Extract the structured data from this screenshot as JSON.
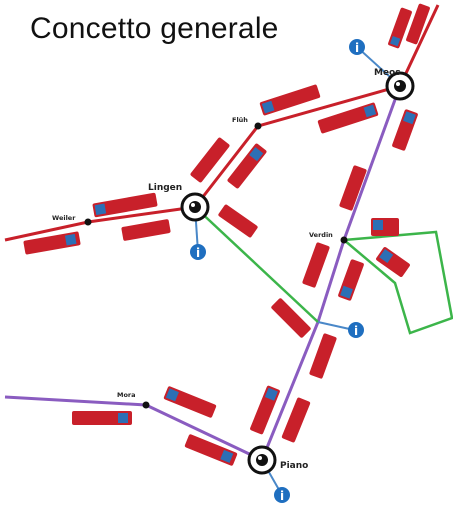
{
  "title": "Concetto generale",
  "colors": {
    "road": "#c8202a",
    "purple_line": "#8a5cc0",
    "green_line": "#3cb54a",
    "info_blue": "#1f6fc0",
    "sign_blue": "#2c6fb5",
    "node_dark": "#111111"
  },
  "nodes": [
    {
      "id": "meos",
      "label": "Meos",
      "kind": "hub"
    },
    {
      "id": "lingen",
      "label": "Lingen",
      "kind": "hub"
    },
    {
      "id": "piano",
      "label": "Piano",
      "kind": "hub"
    },
    {
      "id": "flub",
      "label": "Flüh",
      "kind": "stop"
    },
    {
      "id": "weiler",
      "label": "Weiler",
      "kind": "stop"
    },
    {
      "id": "verdin",
      "label": "Verdin",
      "kind": "stop"
    },
    {
      "id": "mora",
      "label": "Mora",
      "kind": "stop"
    }
  ],
  "info_icons": [
    {
      "id": "info-meos",
      "glyph": "i"
    },
    {
      "id": "info-lingen",
      "glyph": "i"
    },
    {
      "id": "info-junction",
      "glyph": "i"
    },
    {
      "id": "info-piano",
      "glyph": "i"
    }
  ]
}
